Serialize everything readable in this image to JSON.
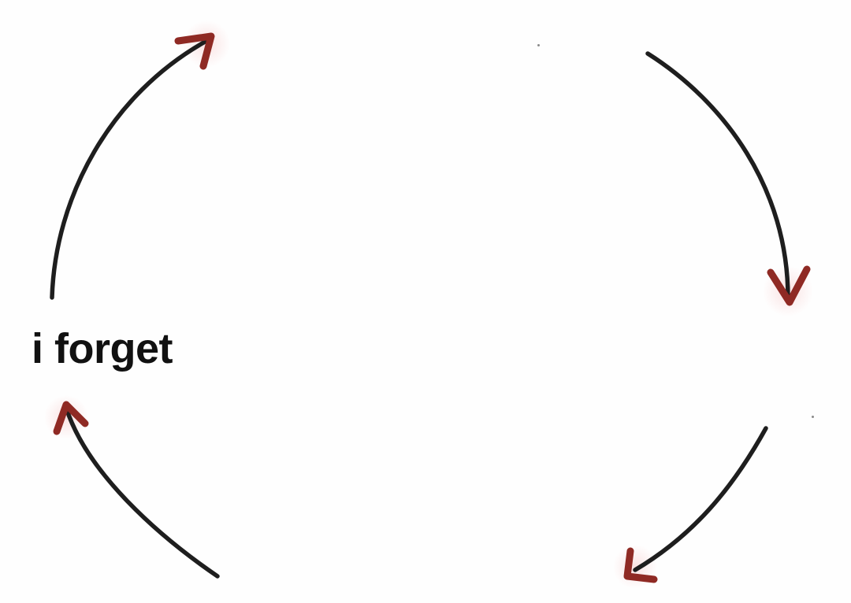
{
  "diagram": {
    "type": "cycle",
    "labels": {
      "left": "i forget",
      "top": "",
      "right": "",
      "bottom": ""
    },
    "arrow_count": 4,
    "direction": "clockwise",
    "colors": {
      "background": "#fefefe",
      "arc": "#1e1e1e",
      "arrowhead": "#8f2a24",
      "arrowhead_glow": "#f0b0b0",
      "label": "#111111"
    }
  }
}
